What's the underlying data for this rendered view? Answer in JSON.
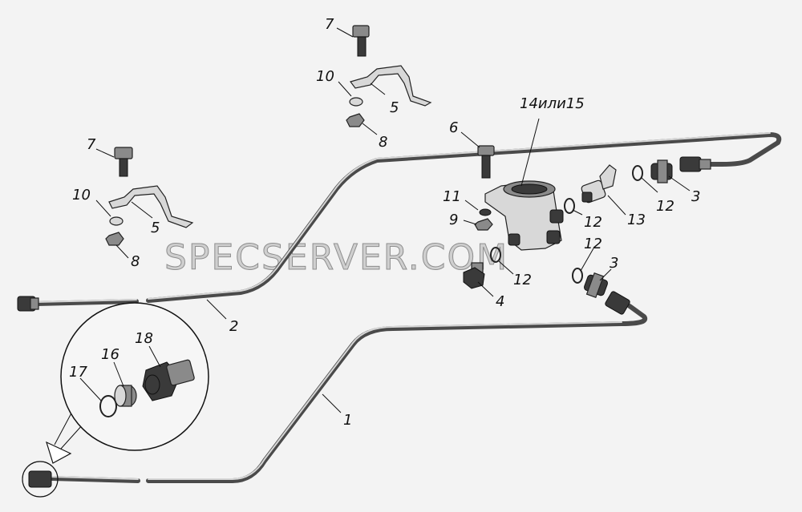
{
  "watermark": "SPECSERVER.COM",
  "labels": {
    "l1": "1",
    "l2": "2",
    "l3a": "3",
    "l3b": "3",
    "l4": "4",
    "l5a": "5",
    "l5b": "5",
    "l6": "6",
    "l7a": "7",
    "l7b": "7",
    "l8a": "8",
    "l8b": "8",
    "l9": "9",
    "l10a": "10",
    "l10b": "10",
    "l11": "11",
    "l12a": "12",
    "l12b": "12",
    "l12c": "12",
    "l12d": "12",
    "l13": "13",
    "l14": "14или15",
    "l16": "16",
    "l17": "17",
    "l18": "18"
  }
}
